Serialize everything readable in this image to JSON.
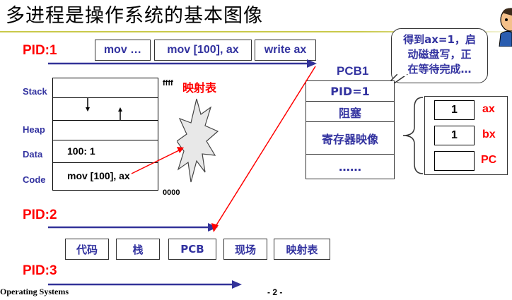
{
  "title": "多进程是操作系统的基本图像",
  "pids": [
    {
      "label": "PID:1"
    },
    {
      "label": "PID:2"
    },
    {
      "label": "PID:3"
    }
  ],
  "instructions": [
    "mov …",
    "mov [100], ax",
    "write ax"
  ],
  "memory": {
    "segments": [
      "Stack",
      "Heap",
      "Data",
      "Code"
    ],
    "data_value": "100:  1",
    "code_value": "mov [100], ax",
    "addr_high": "ffff",
    "addr_low": "0000"
  },
  "mapping_label": "映射表",
  "pcb": {
    "title": "PCB1",
    "rows": [
      "PID=1",
      "阻塞",
      "寄存器映像",
      "……"
    ]
  },
  "registers": [
    {
      "value": "1",
      "name": "ax"
    },
    {
      "value": "1",
      "name": "bx"
    },
    {
      "value": "",
      "name": "PC"
    }
  ],
  "callout": [
    "得到ax=1，启",
    "动磁盘写，正",
    "在等待完成…"
  ],
  "pcb_contents": [
    "代码",
    "栈",
    "PCB",
    "现场",
    "映射表"
  ],
  "footer": {
    "left": "Operating Systems",
    "right": "- 2 -"
  },
  "colors": {
    "pid_red": "#ff0000",
    "text_blue": "#3333a0",
    "arrow_blue": "#333399",
    "arrow_red": "#ff0000",
    "rule": "#c9c94a"
  }
}
